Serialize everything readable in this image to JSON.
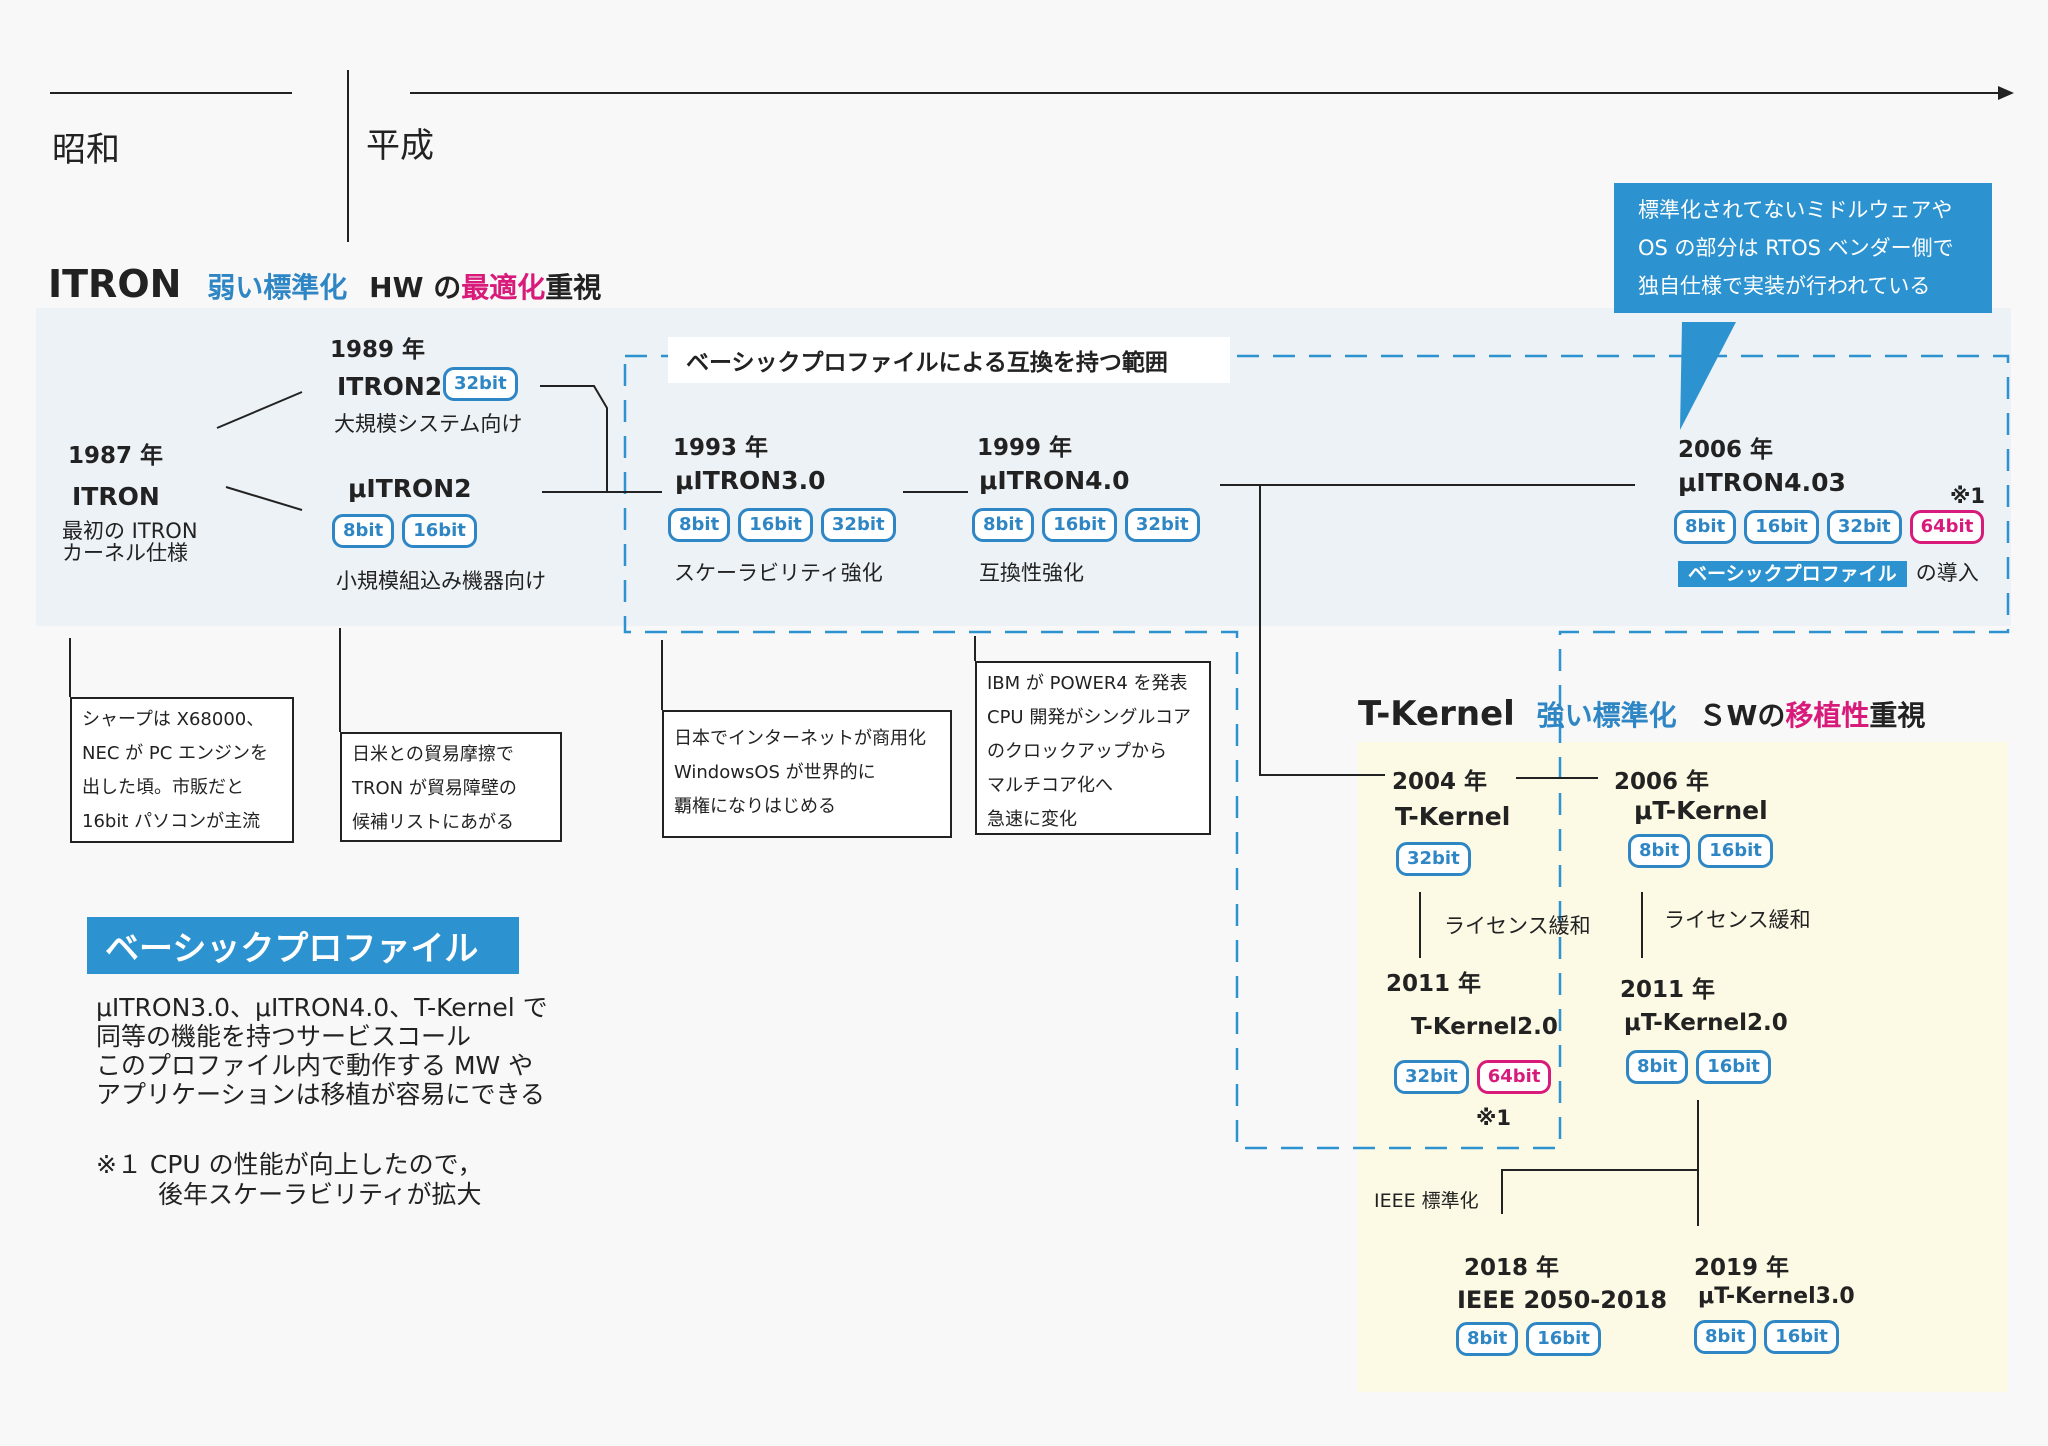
{
  "era": {
    "showa": "昭和",
    "heisei": "平成"
  },
  "itron": {
    "title": "ITRON",
    "tagline_blue": "弱い標準化",
    "tagline_a": "HW の",
    "tagline_pink": "最適化",
    "tagline_b": "重視"
  },
  "callout_lines": [
    "標準化されてないミドルウェアや",
    "OS の部分は RTOS ベンダー側で",
    "独自仕様で実装が行われている"
  ],
  "compat_label": "ベーシックプロファイルによる互換を持つ範囲",
  "nodes": {
    "n1987": {
      "year": "1987 年",
      "name": "ITRON",
      "desc1": "最初の ITRON",
      "desc2": "カーネル仕様"
    },
    "n1989": {
      "year": "1989 年",
      "name": "ITRON2",
      "badges": [
        "32bit"
      ],
      "desc": "大規模システム向け"
    },
    "nmitron2": {
      "name": "μITRON2",
      "badges": [
        "8bit",
        "16bit"
      ],
      "desc": "小規模組込み機器向け"
    },
    "n1993": {
      "year": "1993 年",
      "name": "μITRON3.0",
      "badges": [
        "8bit",
        "16bit",
        "32bit"
      ],
      "desc": "スケーラビリティ強化"
    },
    "n1999": {
      "year": "1999 年",
      "name": "μITRON4.0",
      "badges": [
        "8bit",
        "16bit",
        "32bit"
      ],
      "desc": "互換性強化"
    },
    "n2006a": {
      "year": "2006 年",
      "name": "μITRON4.03",
      "badges": [
        "8bit",
        "16bit",
        "32bit"
      ],
      "badge_pink": "64bit",
      "mark": "※1",
      "bp": "ベーシックプロファイル",
      "bp_suffix": "の導入"
    }
  },
  "notes": {
    "sharp": [
      "シャープは X68000、",
      "NEC が PC エンジンを",
      "出した頃。市販だと",
      "16bit パソコンが主流"
    ],
    "trade": [
      "日米との貿易摩擦で",
      "TRON が貿易障壁の",
      "候補リストにあがる"
    ],
    "internet": [
      "日本でインターネットが商用化",
      "WindowsOS が世界的に",
      "覇権になりはじめる"
    ],
    "ibm": [
      "IBM が POWER4 を発表",
      "CPU 開発がシングルコア",
      "のクロックアップから",
      "マルチコア化へ",
      "急速に変化"
    ]
  },
  "tkernel": {
    "title": "T-Kernel",
    "tagline_blue": "強い標準化",
    "tagline_a": "ＳWの",
    "tagline_pink": "移植性",
    "tagline_b": "重視",
    "n2004": {
      "year": "2004 年",
      "name": "T-Kernel",
      "badges": [
        "32bit"
      ]
    },
    "n2006": {
      "year": "2006 年",
      "name": "μT-Kernel",
      "badges": [
        "8bit",
        "16bit"
      ]
    },
    "license1": "ライセンス緩和",
    "license2": "ライセンス緩和",
    "n2011a": {
      "year": "2011 年",
      "name": "T-Kernel2.0",
      "badges": [
        "32bit"
      ],
      "badge_pink": "64bit",
      "mark": "※1"
    },
    "n2011b": {
      "year": "2011 年",
      "name": "μT-Kernel2.0",
      "badges": [
        "8bit",
        "16bit"
      ]
    },
    "ieee_label": "IEEE 標準化",
    "n2018": {
      "year": "2018 年",
      "name": "IEEE 2050-2018",
      "badges": [
        "8bit",
        "16bit"
      ]
    },
    "n2019": {
      "year": "2019 年",
      "name": "μT-Kernel3.0",
      "badges": [
        "8bit",
        "16bit"
      ]
    }
  },
  "basic_profile": {
    "banner": "ベーシックプロファイル",
    "lines": [
      "μITRON3.0、μITRON4.0、T-Kernel で",
      "同等の機能を持つサービスコール",
      "このプロファイル内で動作する MW や",
      "アプリケーションは移植が容易にできる"
    ],
    "footnote1": "※１ CPU の性能が向上したので，",
    "footnote2": "後年スケーラビリティが拡大"
  },
  "colors": {
    "accent_blue": "#2d93d0",
    "accent_pink": "#d81b7b",
    "itron_bg": "#ecf2f6",
    "tkernel_bg": "#fcfae4"
  }
}
